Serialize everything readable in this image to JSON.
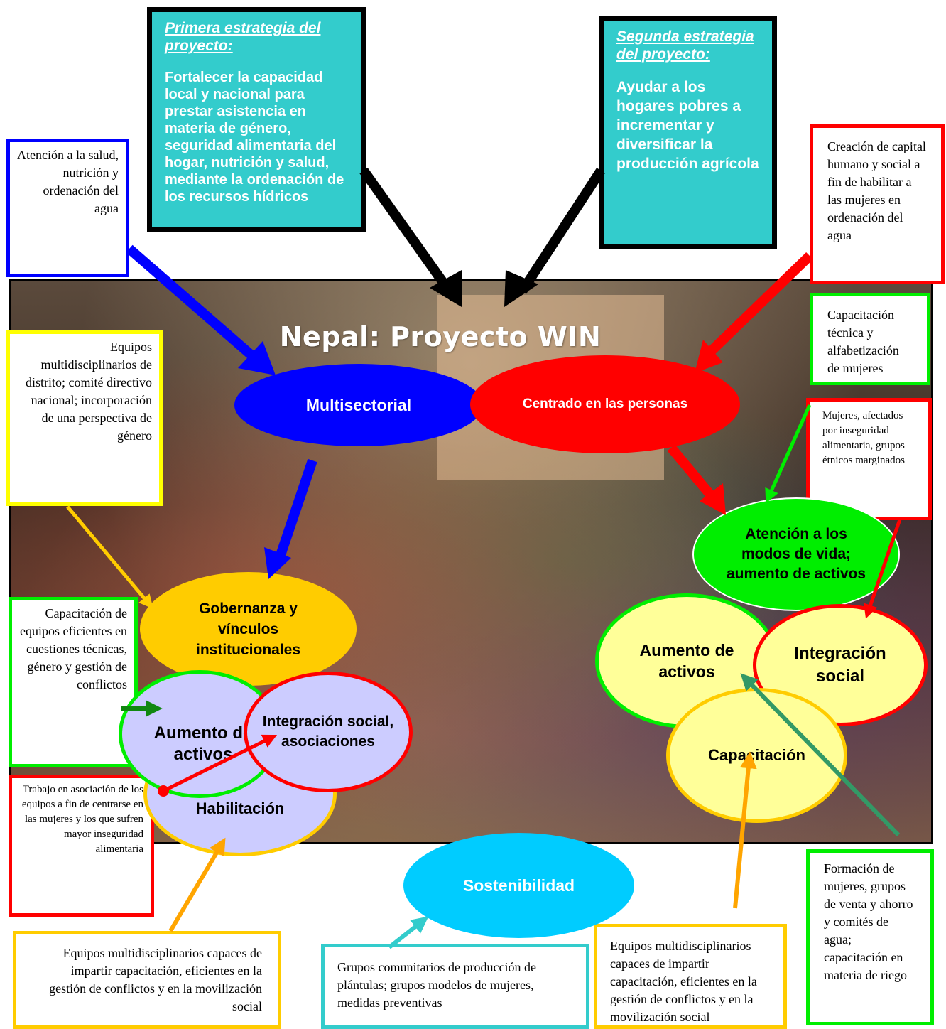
{
  "title": "Nepal: Proyecto WIN",
  "strategies": {
    "first": {
      "heading": "Primera estrategia del proyecto:",
      "text": "Fortalecer la capacidad local y nacional para prestar asistencia en materia de género, seguridad alimentaria del hogar, nutrición y salud, mediante la ordenación de los recursos hídricos"
    },
    "second": {
      "heading": "Segunda estrategia del proyecto:",
      "text": "Ayudar a los hogares pobres a incrementar y diversificar la producción agrícola"
    }
  },
  "ellipses": {
    "multisectorial": "Multisectorial",
    "centrado": "Centrado en las personas",
    "gobernanza": "Gobernanza y vínculos institucionales",
    "aumento_left": "Aumento de activos",
    "integracion_left": "Integración social, asociaciones",
    "habilitacion": "Habilitación",
    "atencion_modos": "Atención a los modos de vida; aumento de activos",
    "aumento_right": "Aumento de activos",
    "integracion_right": "Integración social",
    "capacitacion": "Capacitación",
    "sostenibilidad": "Sostenibilidad"
  },
  "notes": {
    "atencion_salud": "Atención a la salud, nutrición y ordenación del agua",
    "equipos_distrito": "Equipos multidisciplinarios de distrito; comité directivo nacional; incorporación de una perspectiva de género",
    "capacitacion_equipos": "Capacitación de equipos eficientes en cuestiones técnicas, género y gestión de conflictos",
    "trabajo_asociacion": "Trabajo en asociación de los equipos a fin de centrarse en las mujeres y los que sufren mayor inseguridad alimentaria",
    "equipos_capaces_left": "Equipos multidisciplinarios capaces de impartir capacitación, eficientes en la gestión de conflictos y en la movilización social",
    "grupos_comunitarios": "Grupos comunitarios de producción de plántulas; grupos modelos de mujeres, medidas preventivas",
    "equipos_capaces_right": "Equipos multidisciplinarios capaces de impartir capacitación, eficientes en la gestión de conflictos y en la movilización social",
    "formacion_mujeres": "Formación de mujeres, grupos de venta y ahorro y comités de agua; capacitación en materia de riego",
    "creacion_capital": "Creación de capital humano y social a fin de habilitar a las mujeres en ordenación del agua",
    "capacitacion_tecnica": "Capacitación técnica y alfabetización de mujeres",
    "mujeres_afectados": "Mujeres, afectados por inseguridad alimentaria, grupos étnicos marginados"
  },
  "colors": {
    "teal": "#33cccc",
    "blue": "#0000ff",
    "red": "#ff0000",
    "green": "#00ee00",
    "yellow_border": "#ffcc00",
    "orange": "#ffa500",
    "lavender": "#ccccff",
    "light_yellow": "#ffff99",
    "sky": "#00ccff",
    "gold": "#ffcc00"
  }
}
